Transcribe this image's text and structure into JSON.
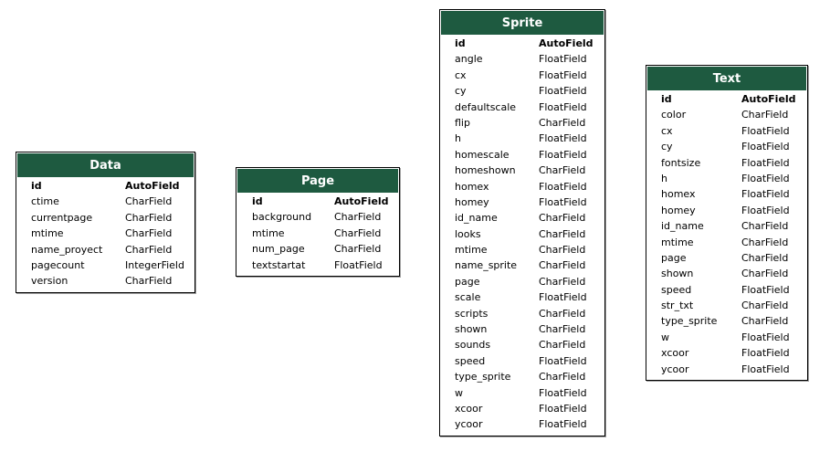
{
  "tables": [
    {
      "id": "tbl-data",
      "title": "Data",
      "fields": [
        {
          "name": "id",
          "type": "AutoField",
          "pk": true
        },
        {
          "name": "ctime",
          "type": "CharField"
        },
        {
          "name": "currentpage",
          "type": "CharField"
        },
        {
          "name": "mtime",
          "type": "CharField"
        },
        {
          "name": "name_proyect",
          "type": "CharField"
        },
        {
          "name": "pagecount",
          "type": "IntegerField"
        },
        {
          "name": "version",
          "type": "CharField"
        }
      ]
    },
    {
      "id": "tbl-page",
      "title": "Page",
      "fields": [
        {
          "name": "id",
          "type": "AutoField",
          "pk": true
        },
        {
          "name": "background",
          "type": "CharField"
        },
        {
          "name": "mtime",
          "type": "CharField"
        },
        {
          "name": "num_page",
          "type": "CharField"
        },
        {
          "name": "textstartat",
          "type": "FloatField"
        }
      ]
    },
    {
      "id": "tbl-sprite",
      "title": "Sprite",
      "fields": [
        {
          "name": "id",
          "type": "AutoField",
          "pk": true
        },
        {
          "name": "angle",
          "type": "FloatField"
        },
        {
          "name": "cx",
          "type": "FloatField"
        },
        {
          "name": "cy",
          "type": "FloatField"
        },
        {
          "name": "defaultscale",
          "type": "FloatField"
        },
        {
          "name": "flip",
          "type": "CharField"
        },
        {
          "name": "h",
          "type": "FloatField"
        },
        {
          "name": "homescale",
          "type": "FloatField"
        },
        {
          "name": "homeshown",
          "type": "CharField"
        },
        {
          "name": "homex",
          "type": "FloatField"
        },
        {
          "name": "homey",
          "type": "FloatField"
        },
        {
          "name": "id_name",
          "type": "CharField"
        },
        {
          "name": "looks",
          "type": "CharField"
        },
        {
          "name": "mtime",
          "type": "CharField"
        },
        {
          "name": "name_sprite",
          "type": "CharField"
        },
        {
          "name": "page",
          "type": "CharField"
        },
        {
          "name": "scale",
          "type": "FloatField"
        },
        {
          "name": "scripts",
          "type": "CharField"
        },
        {
          "name": "shown",
          "type": "CharField"
        },
        {
          "name": "sounds",
          "type": "CharField"
        },
        {
          "name": "speed",
          "type": "FloatField"
        },
        {
          "name": "type_sprite",
          "type": "CharField"
        },
        {
          "name": "w",
          "type": "FloatField"
        },
        {
          "name": "xcoor",
          "type": "FloatField"
        },
        {
          "name": "ycoor",
          "type": "FloatField"
        }
      ]
    },
    {
      "id": "tbl-text",
      "title": "Text",
      "fields": [
        {
          "name": "id",
          "type": "AutoField",
          "pk": true
        },
        {
          "name": "color",
          "type": "CharField"
        },
        {
          "name": "cx",
          "type": "FloatField"
        },
        {
          "name": "cy",
          "type": "FloatField"
        },
        {
          "name": "fontsize",
          "type": "FloatField"
        },
        {
          "name": "h",
          "type": "FloatField"
        },
        {
          "name": "homex",
          "type": "FloatField"
        },
        {
          "name": "homey",
          "type": "FloatField"
        },
        {
          "name": "id_name",
          "type": "CharField"
        },
        {
          "name": "mtime",
          "type": "CharField"
        },
        {
          "name": "page",
          "type": "CharField"
        },
        {
          "name": "shown",
          "type": "CharField"
        },
        {
          "name": "speed",
          "type": "FloatField"
        },
        {
          "name": "str_txt",
          "type": "CharField"
        },
        {
          "name": "type_sprite",
          "type": "CharField"
        },
        {
          "name": "w",
          "type": "FloatField"
        },
        {
          "name": "xcoor",
          "type": "FloatField"
        },
        {
          "name": "ycoor",
          "type": "FloatField"
        }
      ]
    }
  ],
  "colors": {
    "header_bg": "#1e5a40",
    "header_text": "#ffffff",
    "border": "#000000"
  }
}
